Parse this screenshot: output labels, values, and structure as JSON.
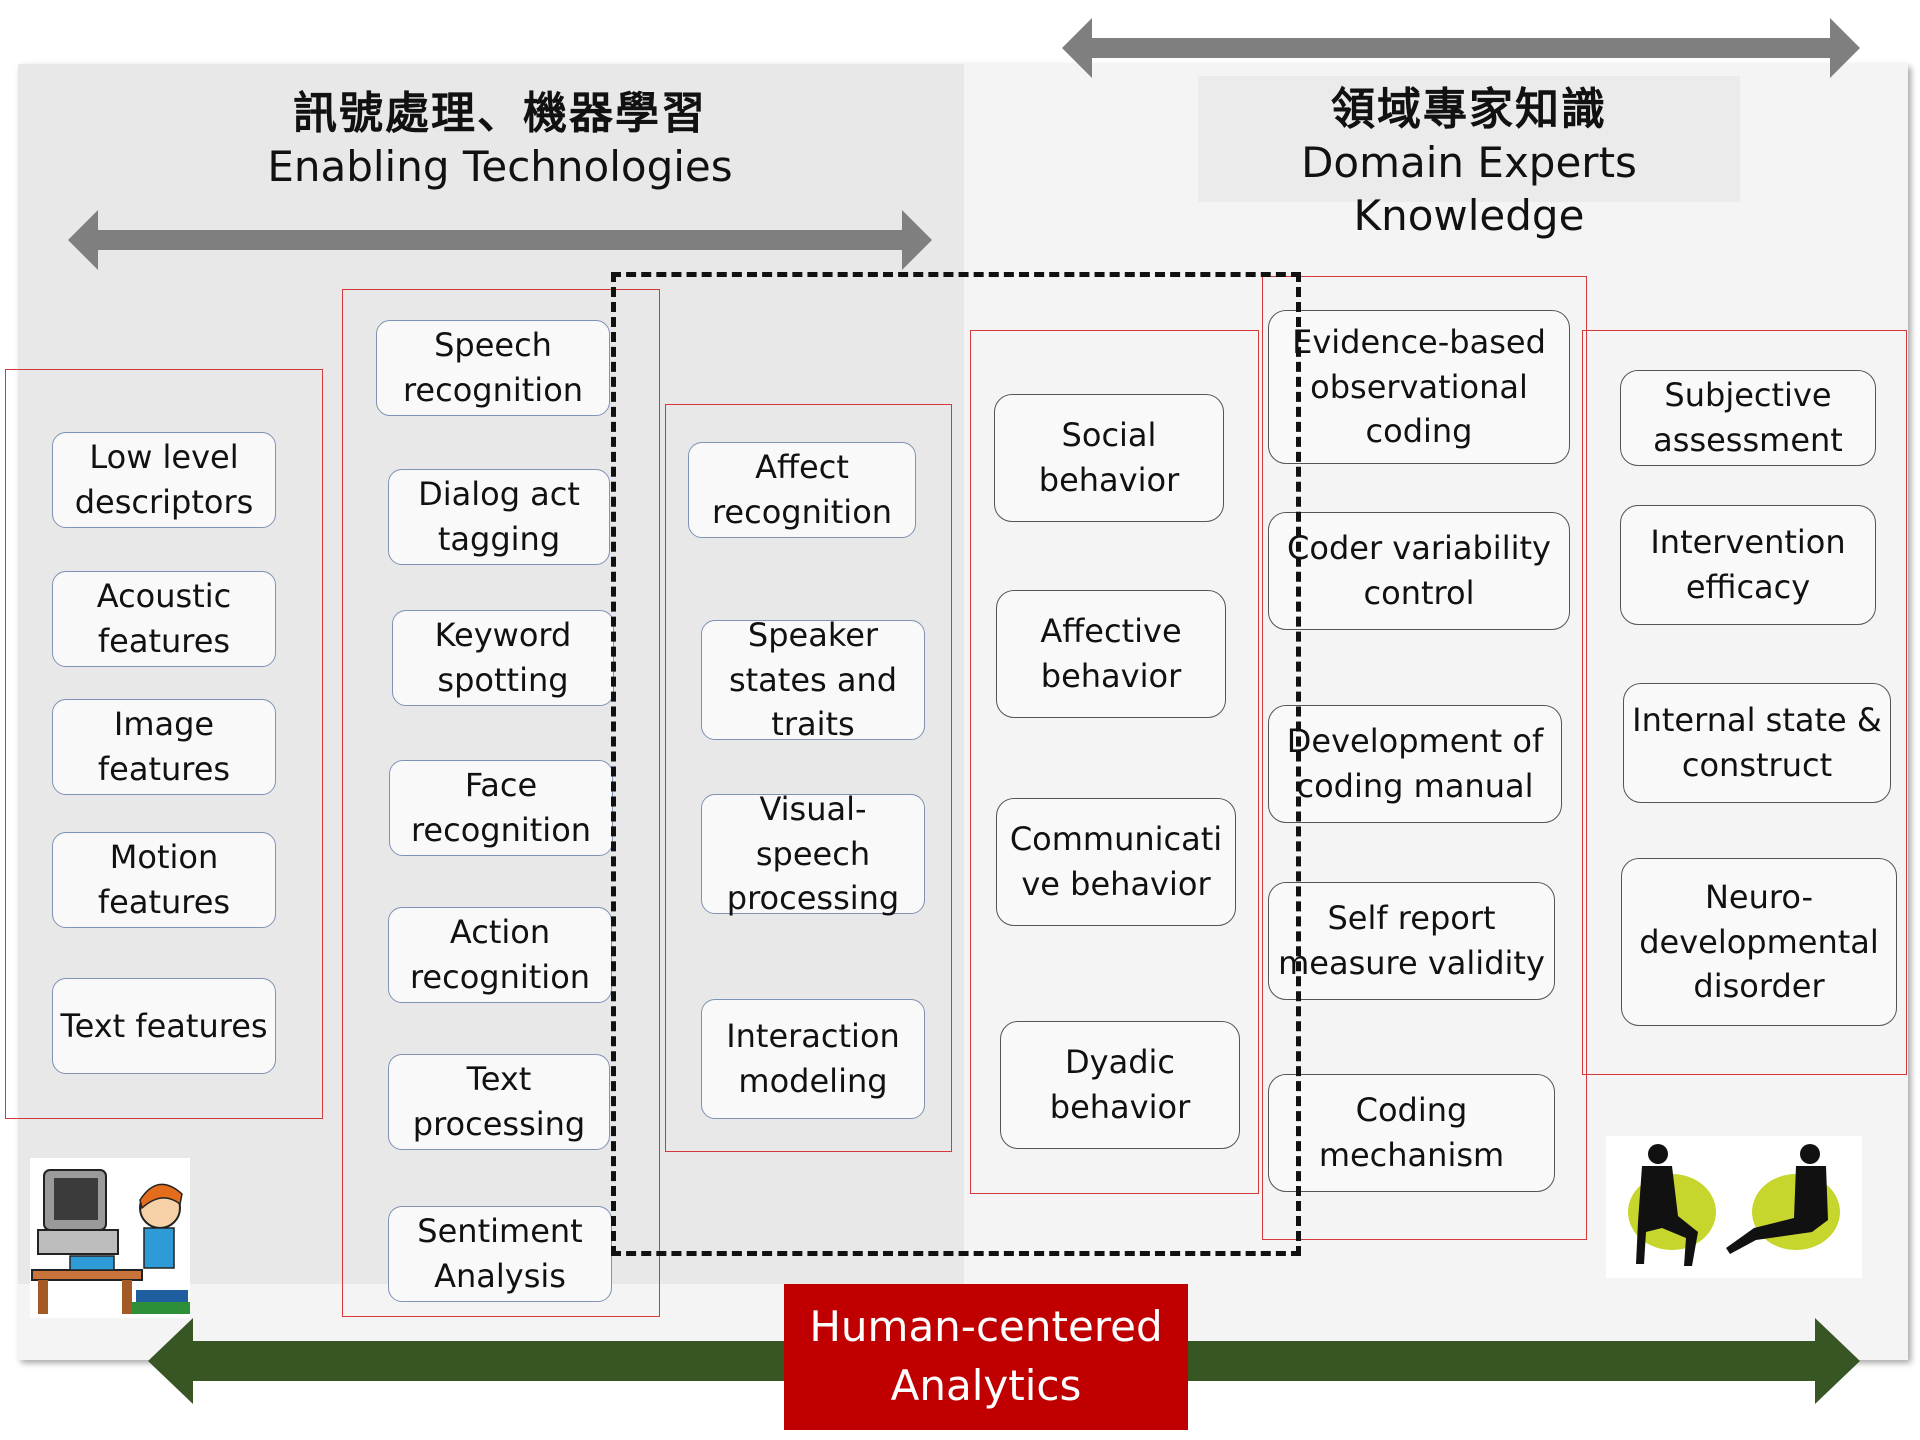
{
  "left_title": {
    "zh": "訊號處理、機器學習",
    "en": "Enabling Technologies"
  },
  "right_title": {
    "zh": "領域專家知識",
    "en": "Domain Experts Knowledge"
  },
  "bottom_label": "Human-centered\nAnalytics",
  "columns": {
    "features": [
      "Low level\ndescriptors",
      "Acoustic\nfeatures",
      "Image\nfeatures",
      "Motion\nfeatures",
      "Text features"
    ],
    "recognition": [
      "Speech\nrecognition",
      "Dialog act\ntagging",
      "Keyword\nspotting",
      "Face\nrecognition",
      "Action\nrecognition",
      "Text\nprocessing",
      "Sentiment\nAnalysis"
    ],
    "affective": [
      "Affect\nrecognition",
      "Speaker\nstates and\ntraits",
      "Visual-\nspeech\nprocessing",
      "Interaction\nmodeling"
    ],
    "behavior": [
      "Social\nbehavior",
      "Affective\nbehavior",
      "Communicati\nve behavior",
      "Dyadic\nbehavior"
    ],
    "coding": [
      "Evidence-based\nobservational\ncoding",
      "Coder variability\ncontrol",
      "Development of\ncoding manual",
      "Self report\nmeasure validity",
      "Coding\nmechanism"
    ],
    "assessment": [
      "Subjective\nassessment",
      "Intervention\nefficacy",
      "Internal state &\nconstruct",
      "Neuro-\ndevelopmental\ndisorder"
    ]
  },
  "colors": {
    "red_border": "#d43a3a",
    "dashed": "#111111",
    "arrow_gray": "#7f7f7f",
    "arrow_green": "#375623",
    "hca_red": "#c00000"
  }
}
